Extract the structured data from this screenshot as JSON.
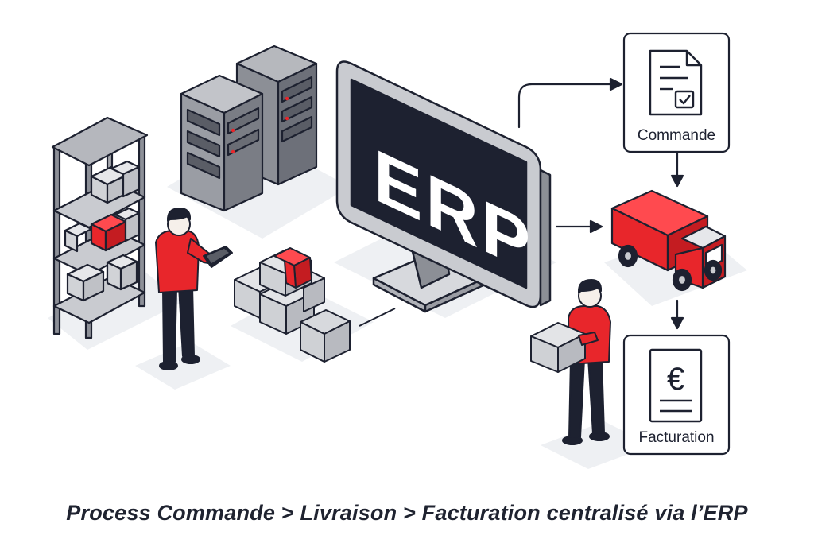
{
  "screen": {
    "label": "ERP"
  },
  "documents": {
    "order_label": "Commande",
    "invoice_label": "Facturation",
    "currency_symbol": "€"
  },
  "caption": "Process Commande > Livraison > Facturation centralisé via l’ERP",
  "colors": {
    "accent": "#e8262b",
    "dark": "#1d2130",
    "gray": "#9a9ca3",
    "light_gray": "#c9cbd0",
    "shadow": "#eceef1"
  }
}
